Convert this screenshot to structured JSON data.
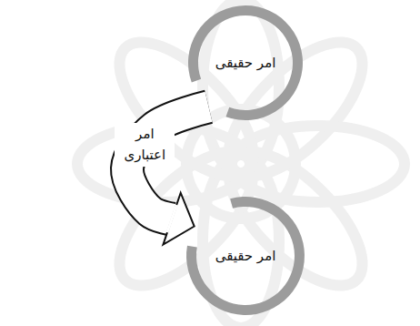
{
  "diagram": {
    "nodes": [
      {
        "text": [
          "امر حقیقی"
        ]
      },
      {
        "text": [
          "امر حقیقی"
        ]
      }
    ],
    "edges": [
      {
        "from": 0,
        "to": 1,
        "label": "امر اعتباری",
        "arrow": "to"
      }
    ]
  }
}
